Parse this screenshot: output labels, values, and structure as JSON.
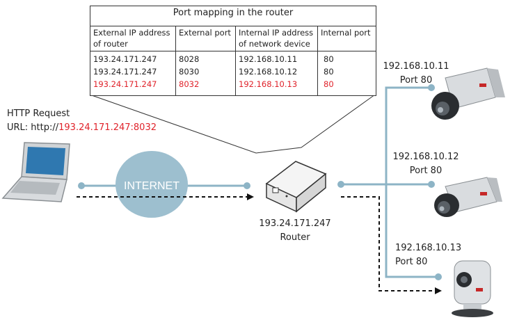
{
  "table": {
    "title": "Port mapping in the router",
    "headers": [
      [
        "External IP address",
        "of router"
      ],
      [
        "External port",
        ""
      ],
      [
        "Internal IP address",
        "of network device"
      ],
      [
        "Internal port",
        ""
      ]
    ],
    "rows": [
      [
        "193.24.171.247",
        "8028",
        "192.168.10.11",
        "80"
      ],
      [
        "193.24.171.247",
        "8030",
        "192.168.10.12",
        "80"
      ],
      [
        "193.24.171.247",
        "8032",
        "192.168.10.13",
        "80"
      ]
    ],
    "highlight_row": 2
  },
  "request": {
    "title": "HTTP Request",
    "url_prefix": "URL: http://",
    "url_highlight": "193.24.171.247:8032"
  },
  "internet_label": "INTERNET",
  "router": {
    "ip": "193.24.171.247",
    "label": "Router"
  },
  "cameras": [
    {
      "ip": "192.168.10.11",
      "port": "Port 80"
    },
    {
      "ip": "192.168.10.12",
      "port": "Port 80"
    },
    {
      "ip": "192.168.10.13",
      "port": "Port 80"
    }
  ],
  "colors": {
    "highlight": "#e0222a",
    "line": "#8db4c6",
    "cloud": "#9dbfcf"
  }
}
